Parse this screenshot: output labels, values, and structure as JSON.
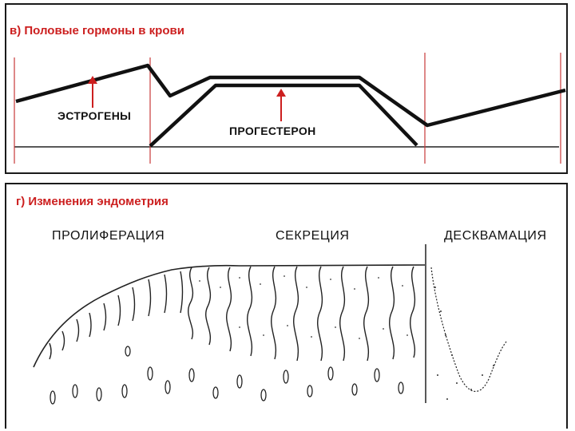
{
  "hormones": {
    "title": "в) Половые гормоны в крови",
    "estrogens_label": "ЭСТРОГЕНЫ",
    "progesterone_label": "ПРОГЕСТЕРОН",
    "colors": {
      "arrow": "#cc1f1f",
      "title": "#cc1f1f",
      "phase_line": "#c83a3a"
    }
  },
  "endometrium": {
    "title": "г) Изменения эндометрия",
    "phases": [
      {
        "label": "ПРОЛИФЕРАЦИЯ"
      },
      {
        "label": "СЕКРЕЦИЯ"
      },
      {
        "label": "ДЕСКВАМАЦИЯ"
      }
    ]
  }
}
